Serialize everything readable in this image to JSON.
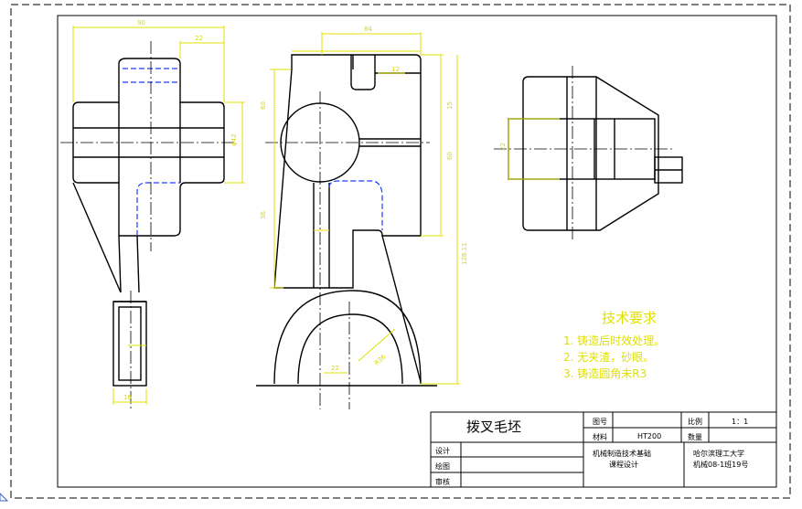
{
  "tech_requirements": {
    "title": "技术要求",
    "items": [
      "1. 铸造后时效处理。",
      "2. 无夹渣，砂眼。",
      "3. 铸造圆角未R3"
    ]
  },
  "title_block": {
    "part_name": "拨叉毛坯",
    "drawing_no_label": "图号",
    "material_label": "材料",
    "material_value": "HT200",
    "scale_label": "比例",
    "scale_value": "1：1",
    "quantity_label": "数量",
    "design_label": "设计",
    "draw_label": "绘图",
    "review_label": "审核",
    "course_line1": "机械制造技术基础",
    "course_line2": "课程设计",
    "school_line1": "哈尔滨理工大学",
    "school_line2": "机械08-1班19号"
  },
  "colors": {
    "outline": "#000000",
    "dimension": "#e0e000",
    "hidden": "#1a3cff",
    "tech_text": "#e0e000",
    "frame_dash": "#000000"
  }
}
